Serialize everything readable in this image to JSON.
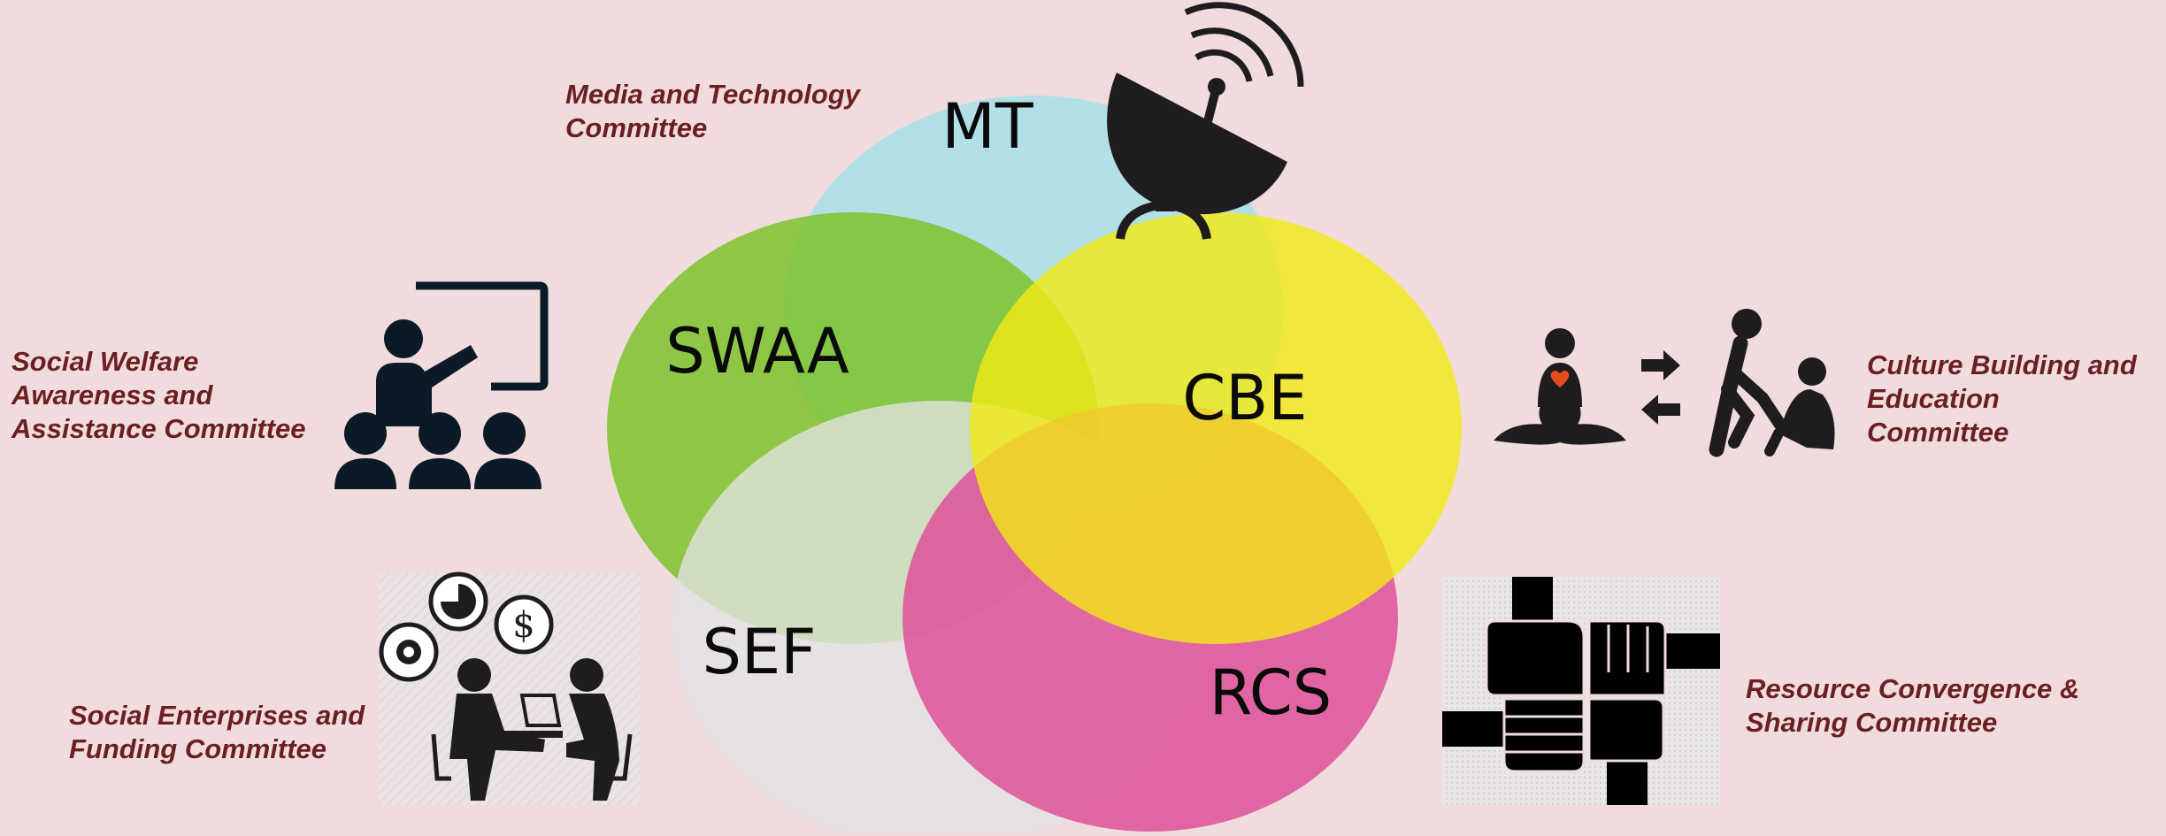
{
  "colors": {
    "background": "#f1dcdd",
    "caption_text": "#6b1f22",
    "mt": "#a7e0e8",
    "swaa": "#7cc22a",
    "cbe": "#f3ea14",
    "sef": "#e3e3e3",
    "rcs": "#de4795",
    "icon": "#1e1c1f",
    "swaa_icon": "#0b1a27"
  },
  "circles": {
    "mt": {
      "label": "MT"
    },
    "swaa": {
      "label": "SWAA"
    },
    "cbe": {
      "label": "CBE"
    },
    "sef": {
      "label": "SEF"
    },
    "rcs": {
      "label": "RCS"
    }
  },
  "captions": {
    "mt": [
      "Media and Technology",
      "Committee"
    ],
    "swaa": [
      "Social Welfare",
      "Awareness and",
      "Assistance Committee"
    ],
    "cbe": [
      "Culture Building and",
      "Education",
      "Committee"
    ],
    "sef": [
      "Social Enterprises and",
      "Funding Committee"
    ],
    "rcs": [
      "Resource Convergence &",
      "Sharing Committee"
    ]
  },
  "icons": {
    "mt": "satellite-dish-icon",
    "swaa": "classroom-teacher-icon",
    "cbe": "meditation-and-helping-icon",
    "sef": "business-meeting-icon",
    "rcs": "united-hands-icon",
    "sef_bubbles": [
      "$"
    ]
  }
}
